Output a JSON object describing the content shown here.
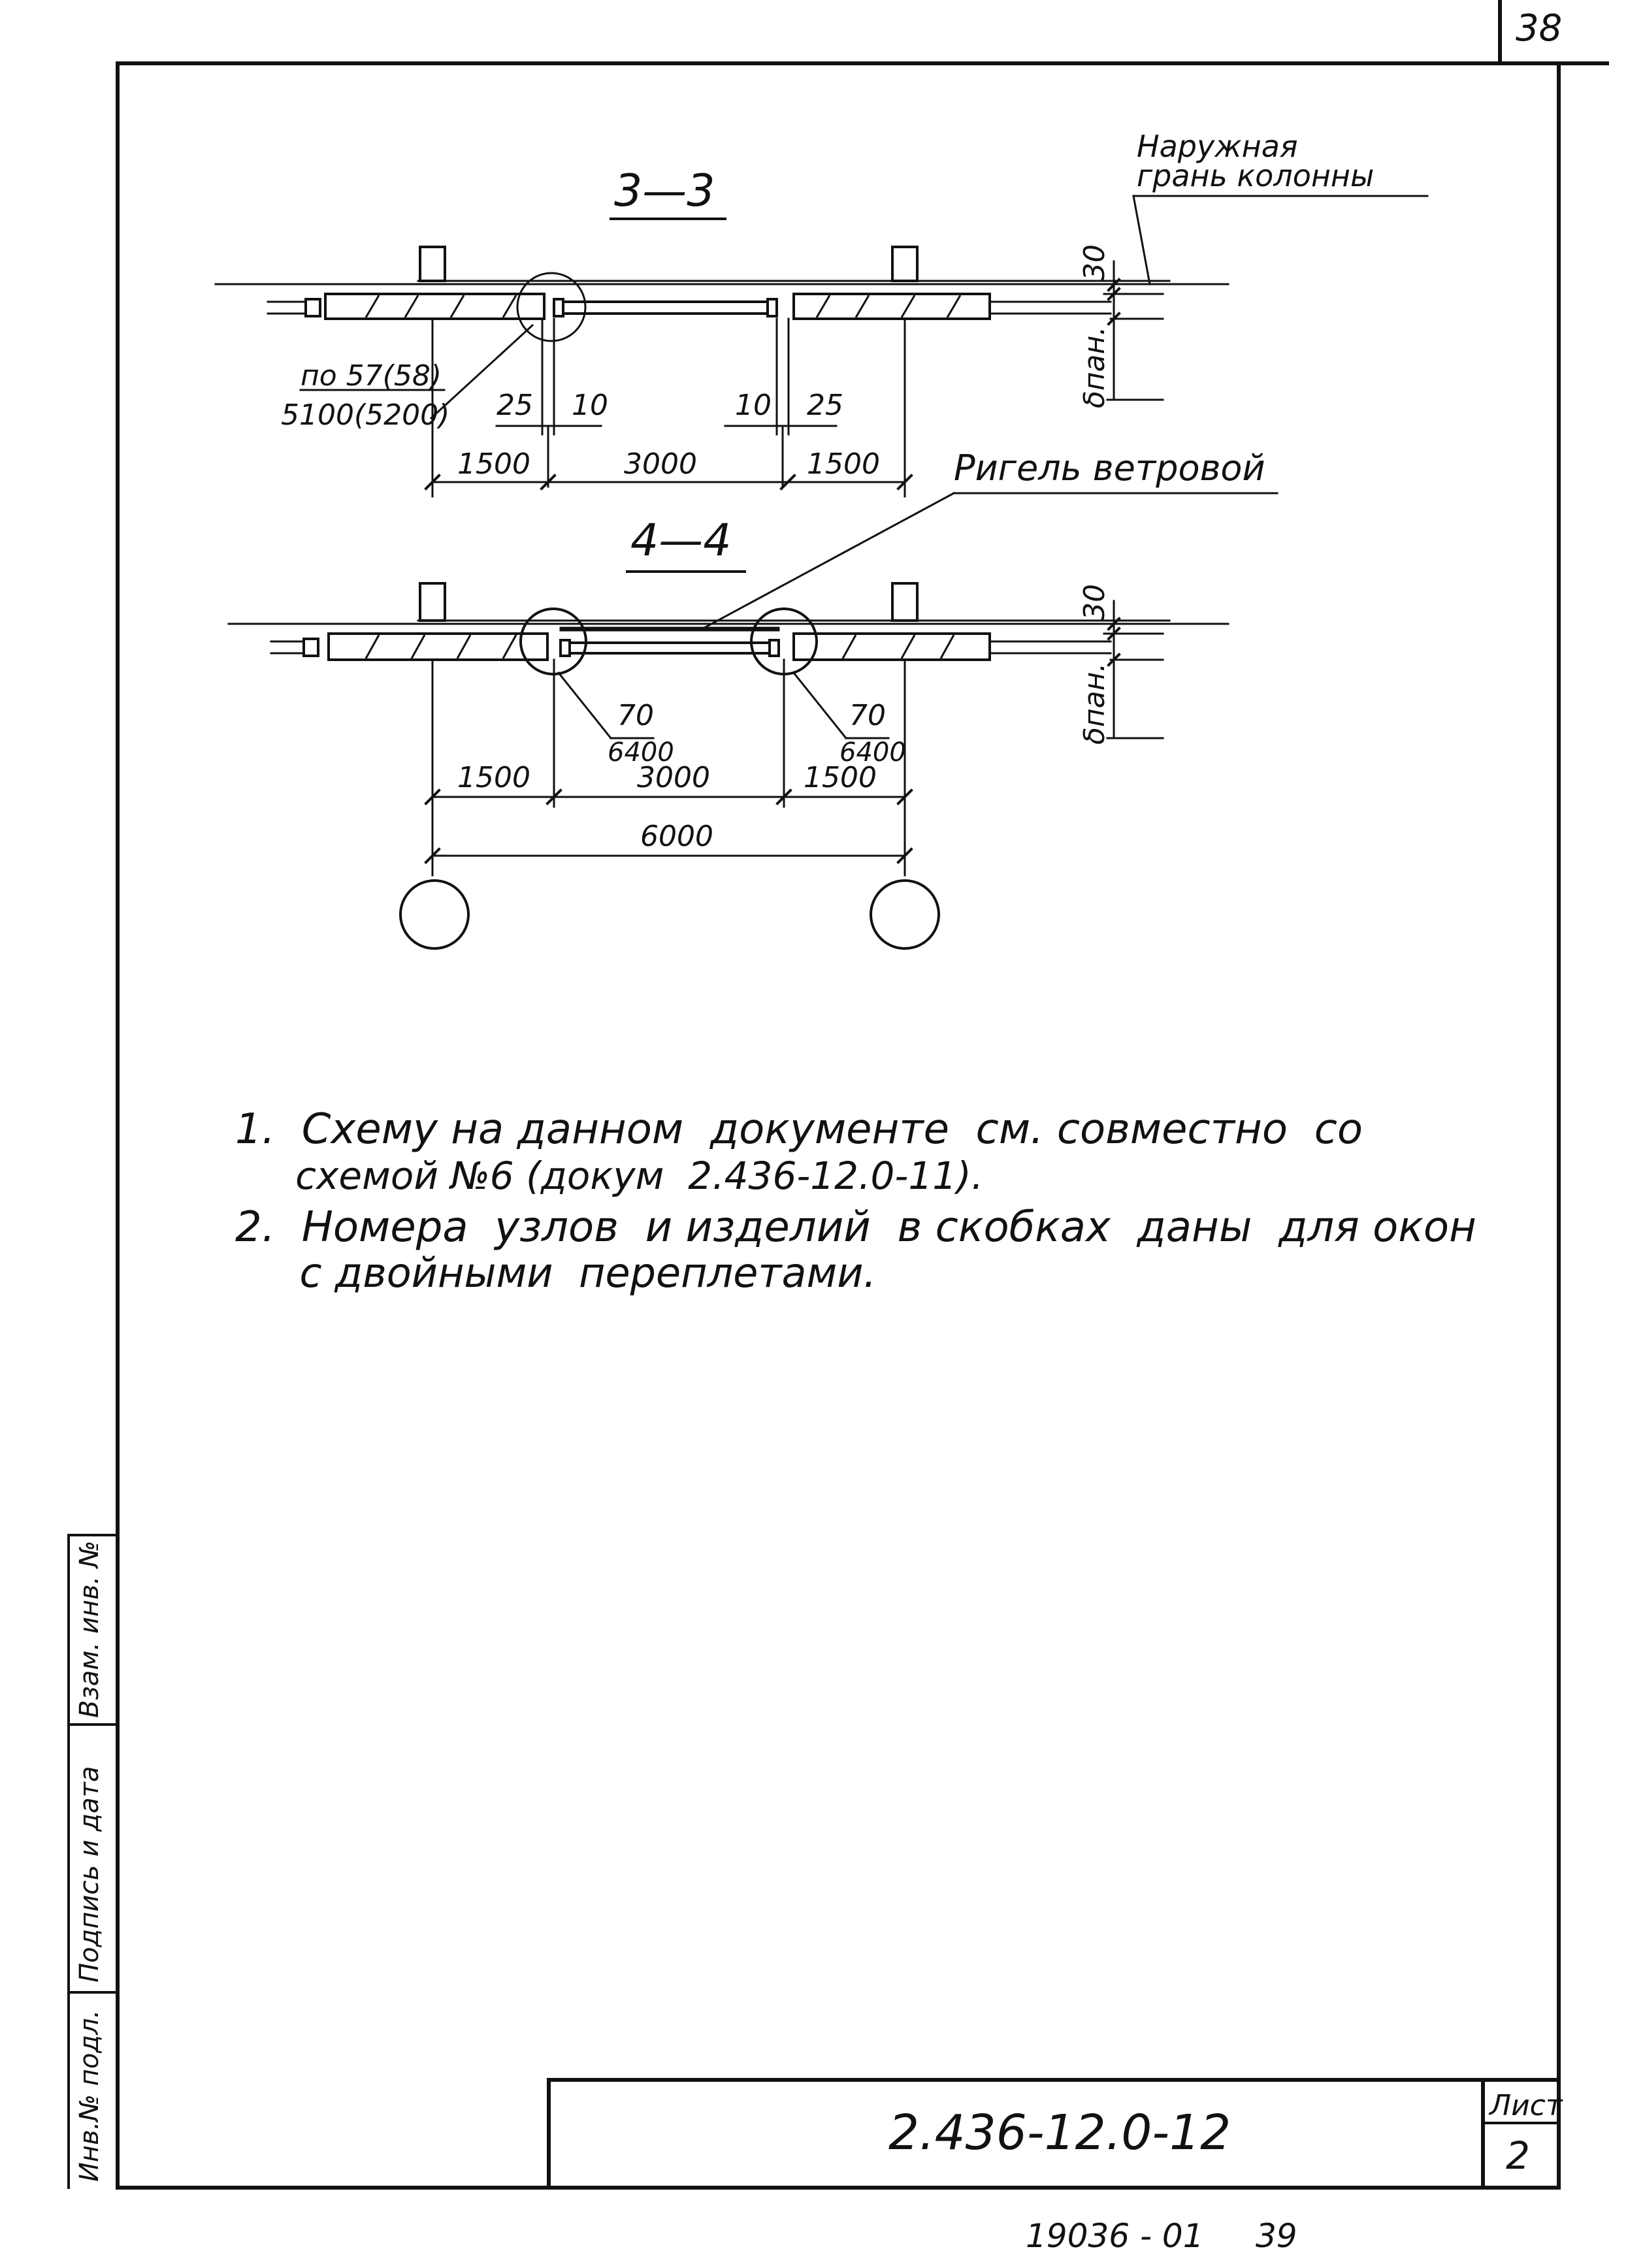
{
  "page": {
    "sheet_number_top": "38",
    "bottom_stamp": "19036 - 01     39"
  },
  "section_3_3": {
    "title": "3—3",
    "outer_face_note": [
      "Наружная",
      "грань колонны"
    ],
    "node_label_top": "по 57(58)",
    "node_label_bottom": "5100(5200)",
    "dim_left_gap": "25",
    "dim_left_joint": "10",
    "dim_right_joint": "10",
    "dim_right_gap": "25",
    "dim_left": "1500",
    "dim_middle": "3000",
    "dim_right": "1500",
    "dim_vertical": "30",
    "dim_panel": "δпан."
  },
  "section_4_4": {
    "title": "4—4",
    "rigel_note": "Ригель ветровой",
    "node_left_top": "70",
    "node_left_bottom": "6400",
    "node_right_top": "70",
    "node_right_bottom": "6400",
    "dim_left": "1500",
    "dim_middle": "3000",
    "dim_right": "1500",
    "dim_total": "6000",
    "dim_vertical": "30",
    "dim_panel": "δпан."
  },
  "notes": [
    "1.  Схему на данном  документе  см. совместно  со",
    "     схемой №6 (докум  2.436-12.0-11).",
    "2.  Номера  узлов  и изделий  в скобках  даны  для окон",
    "     с двойными  переплетами."
  ],
  "side_stamp": {
    "field1": "Инв.№ подл.",
    "field2": "Подпись и дата",
    "field3": "Взам. инв. №"
  },
  "title_block": {
    "document_code": "2.436-12.0-12",
    "sheet_label": "Лист",
    "sheet_value": "2"
  }
}
